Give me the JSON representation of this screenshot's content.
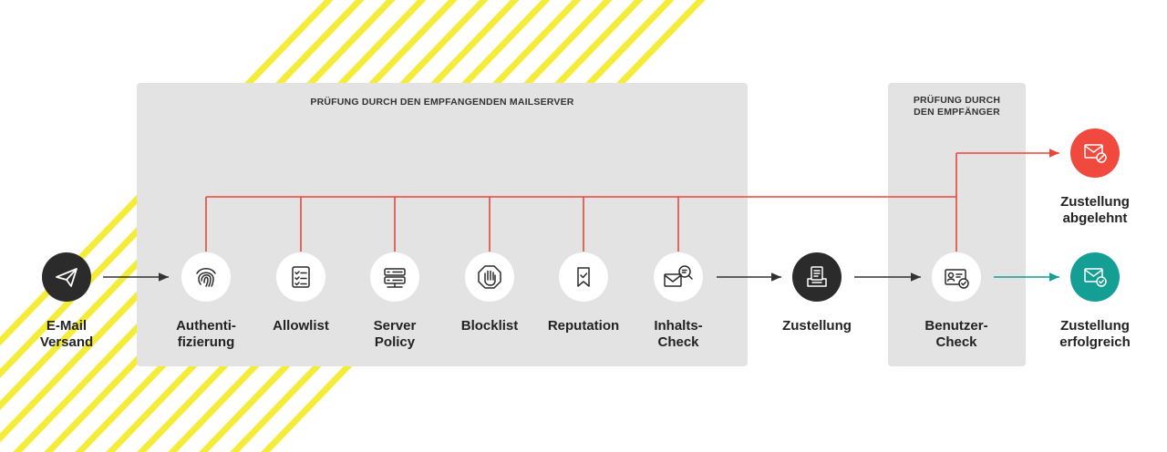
{
  "panels": {
    "server_title": "PRÜFUNG DURCH DEN EMPFANGENDEN MAILSERVER",
    "recipient_title_line1": "PRÜFUNG DURCH",
    "recipient_title_line2": "DEN EMPFÄNGER"
  },
  "nodes": {
    "send": {
      "line1": "E-Mail",
      "line2": "Versand",
      "icon": "paper-plane-icon"
    },
    "auth": {
      "line1": "Authenti-",
      "line2": "fizierung",
      "icon": "fingerprint-icon"
    },
    "allowlist": {
      "line1": "Allowlist",
      "line2": "",
      "icon": "checklist-icon"
    },
    "server_policy": {
      "line1": "Server",
      "line2": "Policy",
      "icon": "server-icon"
    },
    "blocklist": {
      "line1": "Blocklist",
      "line2": "",
      "icon": "stop-hand-icon"
    },
    "reputation": {
      "line1": "Reputation",
      "line2": "",
      "icon": "bookmark-check-icon"
    },
    "content_check": {
      "line1": "Inhalts-",
      "line2": "Check",
      "icon": "mail-search-icon"
    },
    "delivery": {
      "line1": "Zustellung",
      "line2": "",
      "icon": "inbox-tray-icon"
    },
    "user_check": {
      "line1": "Benutzer-",
      "line2": "Check",
      "icon": "id-card-check-icon"
    },
    "rejected": {
      "line1": "Zustellung",
      "line2": "abgelehnt",
      "icon": "mail-blocked-icon"
    },
    "success": {
      "line1": "Zustellung",
      "line2": "erfolgreich",
      "icon": "mail-check-icon"
    }
  },
  "colors": {
    "stripe": "#f5ec3a",
    "panel": "#e3e3e3",
    "dark_node": "#2b2b2b",
    "red_line": "#e8473a",
    "red_node": "#ef4a3d",
    "teal": "#159e94",
    "arrow": "#333333"
  }
}
